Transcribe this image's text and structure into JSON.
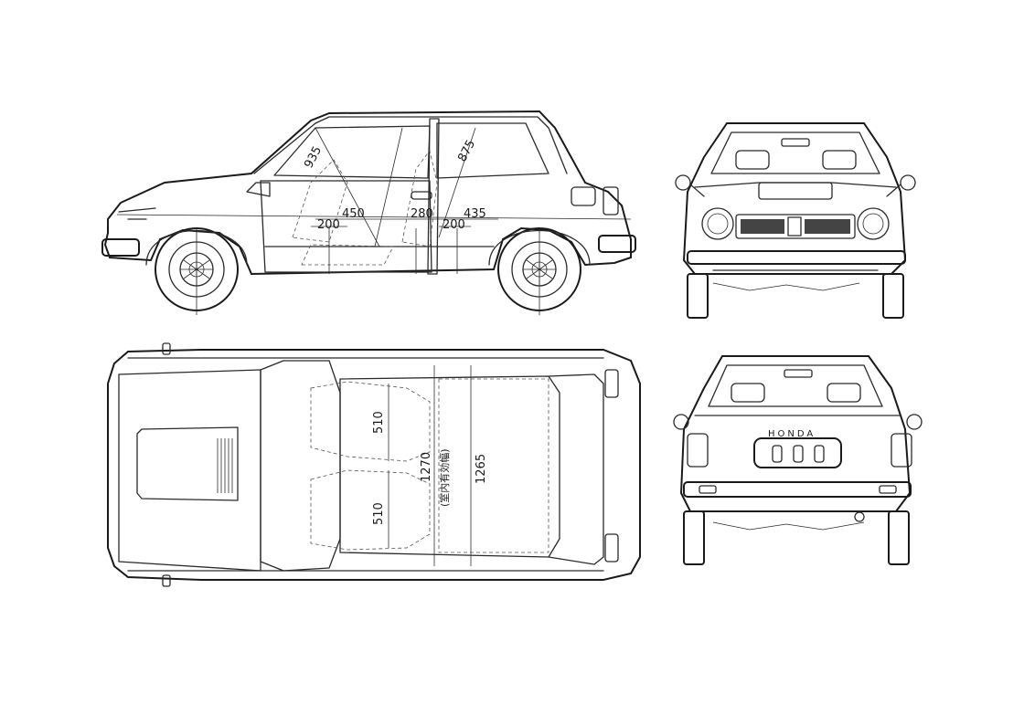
{
  "dimensions": {
    "side_head_front": "935",
    "side_head_rear": "875",
    "side_leg_front": "450",
    "side_hip_front": "200",
    "side_couple": "280",
    "side_leg_rear": "435",
    "side_hip_rear": "200",
    "top_shoulder_front": "510",
    "top_shoulder_rear": "510",
    "top_width_1270": "1270",
    "top_width_note": "(室内有効幅)",
    "top_width_1265": "1265"
  },
  "labels": {
    "rear_badge": "HONDA"
  },
  "colors": {
    "line": "#2a2a2a",
    "background": "#ffffff"
  }
}
